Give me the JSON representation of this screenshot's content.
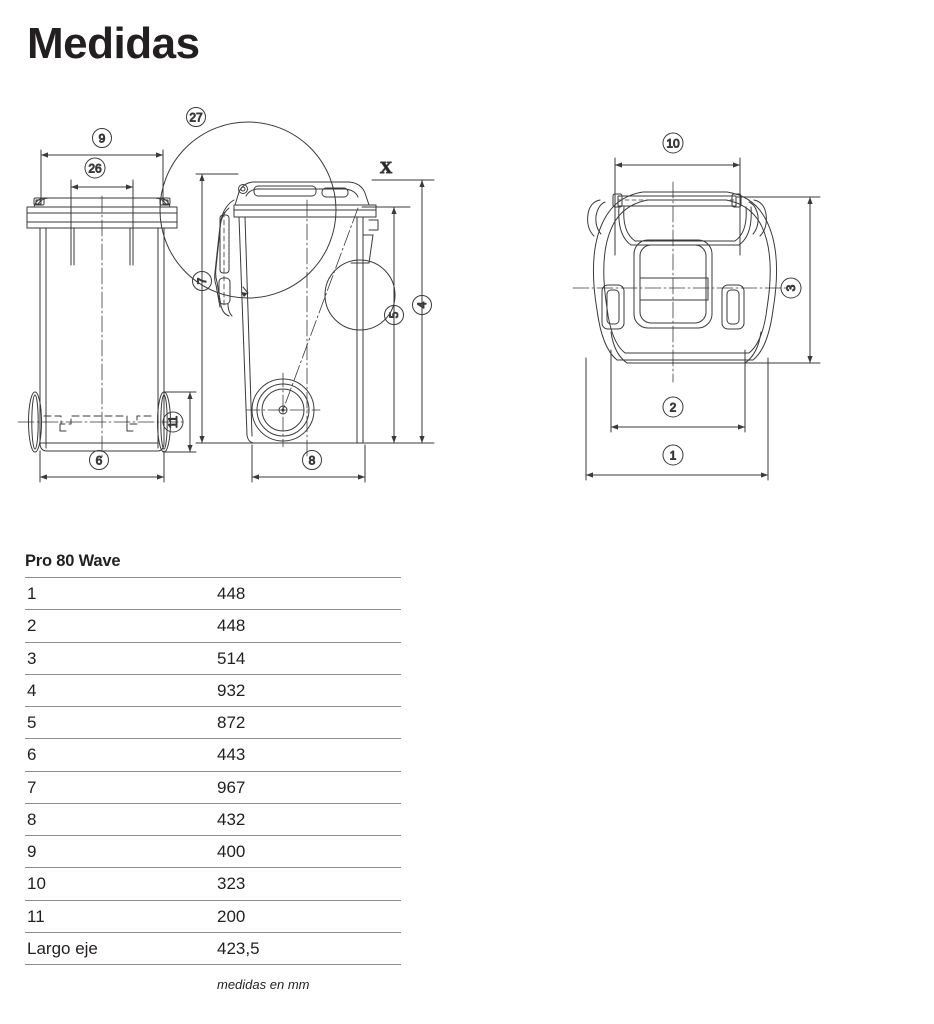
{
  "page": {
    "title": "Medidas"
  },
  "drawings": {
    "front_view": {
      "name": "front-view",
      "callouts": [
        {
          "id": "c9",
          "label": "9"
        },
        {
          "id": "c26",
          "label": "26"
        },
        {
          "id": "c6",
          "label": "6"
        },
        {
          "id": "c11",
          "label": "11"
        }
      ]
    },
    "side_view": {
      "name": "side-view",
      "detail_marker": "X",
      "callouts": [
        {
          "id": "c27",
          "label": "27"
        },
        {
          "id": "c7",
          "label": "7"
        },
        {
          "id": "c5",
          "label": "5"
        },
        {
          "id": "c4",
          "label": "4"
        },
        {
          "id": "c8",
          "label": "8"
        }
      ]
    },
    "top_view": {
      "name": "top-view",
      "callouts": [
        {
          "id": "c10",
          "label": "10"
        },
        {
          "id": "c3",
          "label": "3"
        },
        {
          "id": "c2",
          "label": "2"
        },
        {
          "id": "c1",
          "label": "1"
        }
      ]
    }
  },
  "table": {
    "title": "Pro 80 Wave",
    "rows": [
      {
        "label": "1",
        "value": "448"
      },
      {
        "label": "2",
        "value": "448"
      },
      {
        "label": "3",
        "value": "514"
      },
      {
        "label": "4",
        "value": "932"
      },
      {
        "label": "5",
        "value": "872"
      },
      {
        "label": "6",
        "value": "443"
      },
      {
        "label": "7",
        "value": "967"
      },
      {
        "label": "8",
        "value": "432"
      },
      {
        "label": "9",
        "value": "400"
      },
      {
        "label": "10",
        "value": "323"
      },
      {
        "label": "11",
        "value": "200"
      },
      {
        "label": "Largo eje",
        "value": "423,5"
      }
    ],
    "footnote": "medidas en mm"
  },
  "colors": {
    "ink": "#231f20",
    "rule": "#8f8f8f",
    "line": "#3a3a3a"
  }
}
